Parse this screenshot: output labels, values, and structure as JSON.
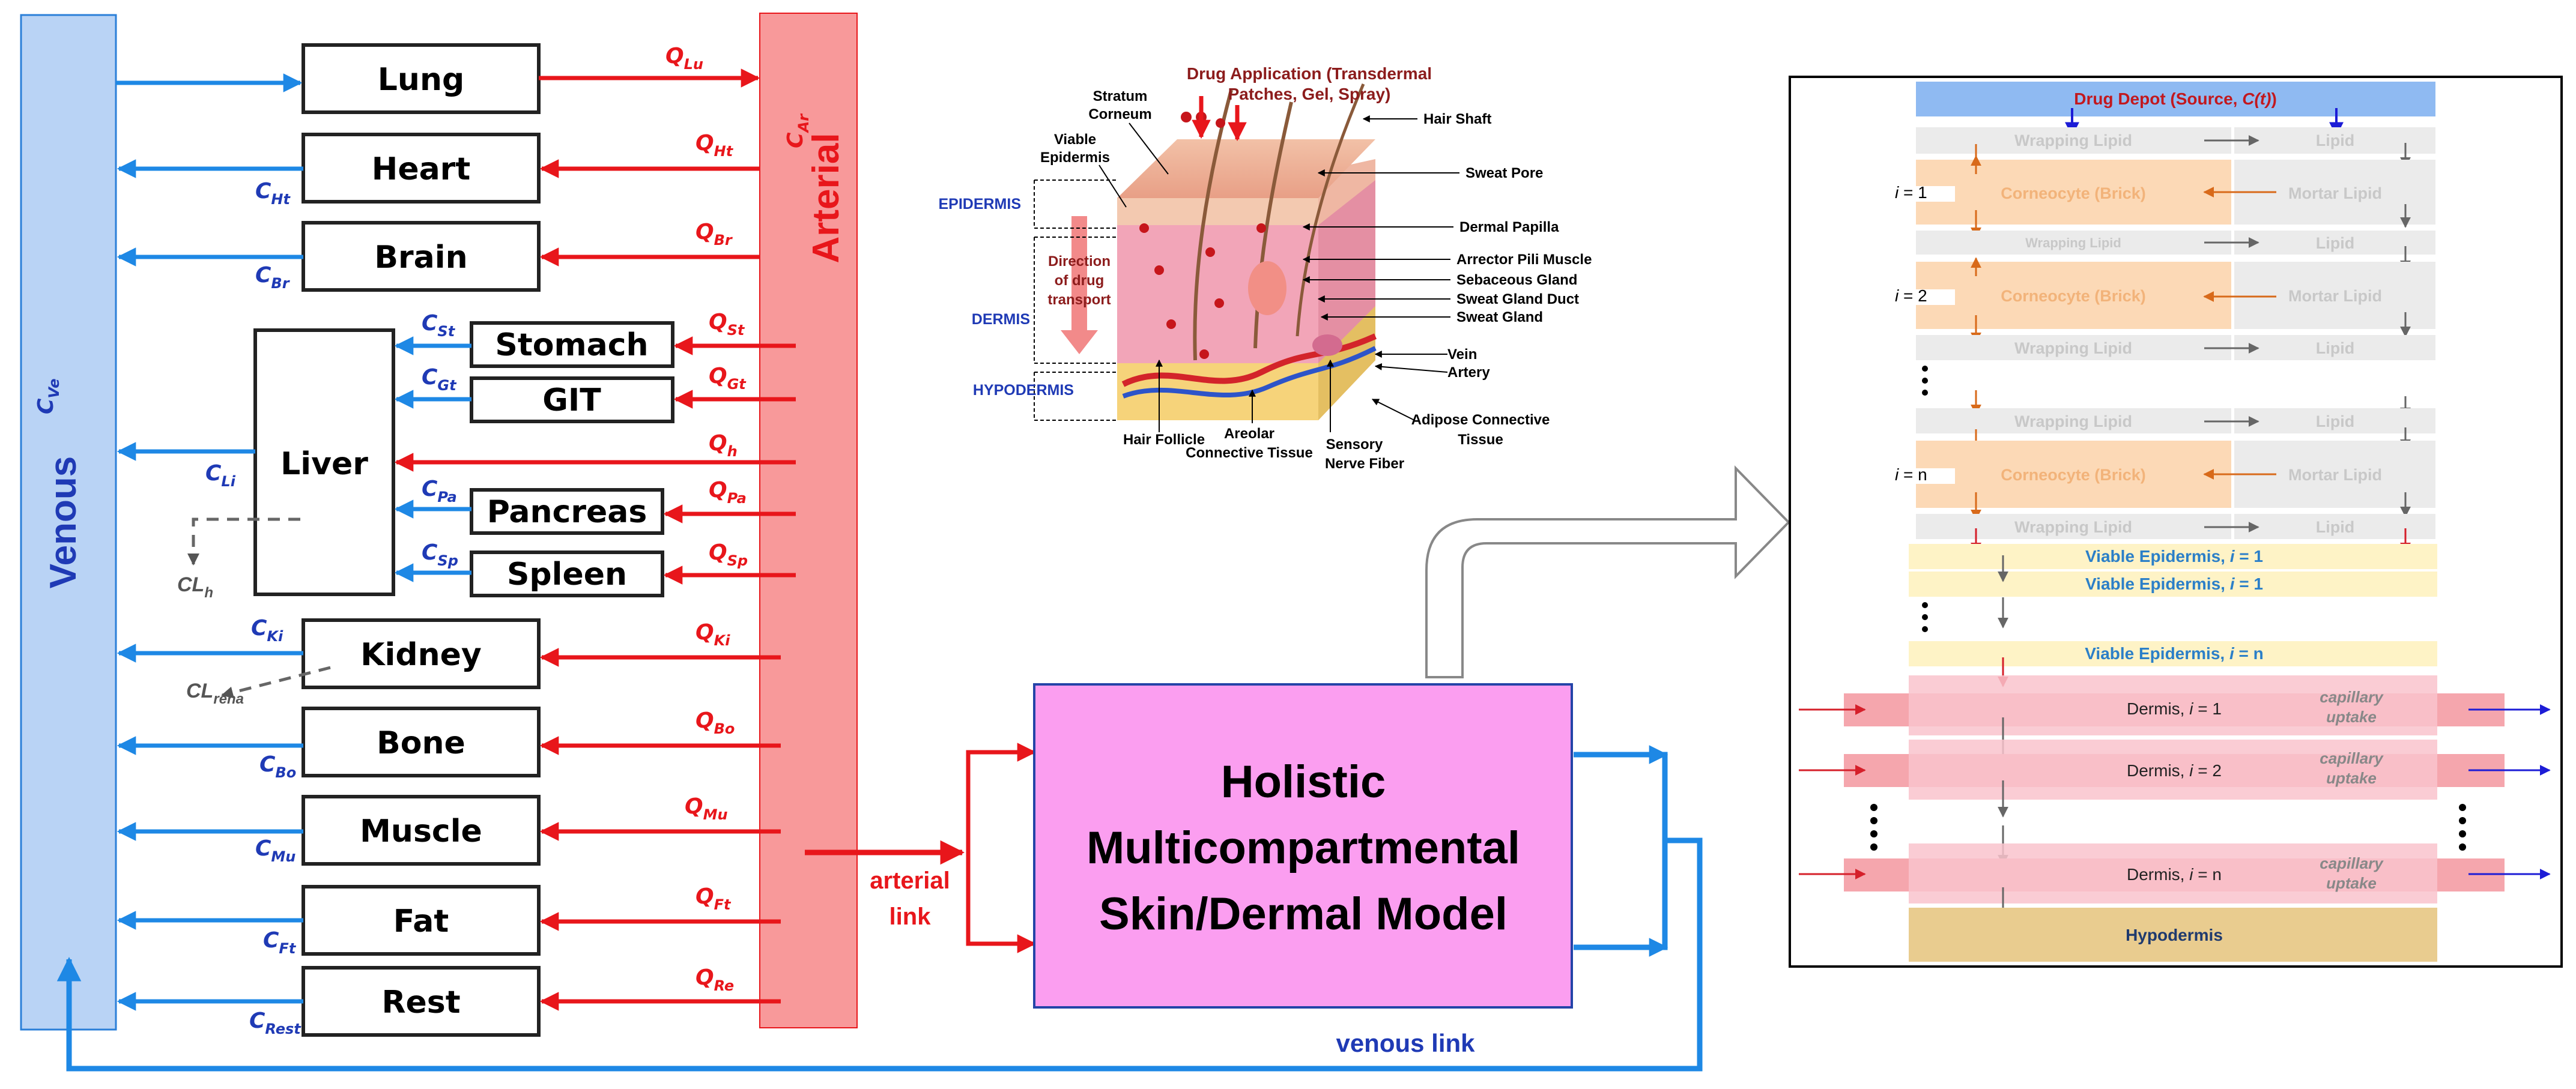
{
  "pbpk": {
    "venous_label": "Venous",
    "arterial_label": "Arterial",
    "c_ve": "C",
    "c_ve_sub": "Ve",
    "c_ar": "C",
    "c_ar_sub": "Ar",
    "organs": {
      "lung": "Lung",
      "heart": "Heart",
      "brain": "Brain",
      "stomach": "Stomach",
      "git": "GIT",
      "liver": "Liver",
      "pancreas": "Pancreas",
      "spleen": "Spleen",
      "kidney": "Kidney",
      "bone": "Bone",
      "muscle": "Muscle",
      "fat": "Fat",
      "rest": "Rest"
    },
    "flows": {
      "lu": "Lu",
      "ht": "Ht",
      "br": "Br",
      "st": "St",
      "gt": "Gt",
      "h": "h",
      "pa": "Pa",
      "sp": "Sp",
      "ki": "Ki",
      "bo": "Bo",
      "mu": "Mu",
      "ft": "Ft",
      "re": "Re"
    },
    "q": "Q",
    "c": "C",
    "concs": {
      "ht": "Ht",
      "br": "Br",
      "st": "St",
      "gt": "Gt",
      "li": "Li",
      "pa": "Pa",
      "sp": "Sp",
      "ki": "Ki",
      "bo": "Bo",
      "mu": "Mu",
      "ft": "Ft",
      "rest": "Rest"
    },
    "cl": "CL",
    "cl_h_sub": "h",
    "cl_renal_sub": "rena",
    "arterial_link_1": "arterial",
    "arterial_link_2": "link",
    "venous_link": "venous link"
  },
  "skin_model": {
    "line1": "Holistic",
    "line2": "Multicompartmental",
    "line3": "Skin/Dermal Model"
  },
  "skin_illustration": {
    "drug_app_1": "Drug Application (Transdermal",
    "drug_app_2": "Patches, Gel, Spray)",
    "stratum_1": "Stratum",
    "stratum_2": "Corneum",
    "viable_1": "Viable",
    "viable_2": "Epidermis",
    "epidermis": "EPIDERMIS",
    "dermis": "DERMIS",
    "hypodermis": "HYPODERMIS",
    "direction_1": "Direction",
    "direction_2": "of drug",
    "direction_3": "transport",
    "hair_shaft": "Hair Shaft",
    "sweat_pore": "Sweat Pore",
    "dermal_papilla": "Dermal Papilla",
    "arrector": "Arrector Pili Muscle",
    "sebaceous": "Sebaceous Gland",
    "sweat_duct": "Sweat Gland Duct",
    "sweat_gland": "Sweat Gland",
    "vein": "Vein",
    "artery": "Artery",
    "hair_follicle": "Hair Follicle",
    "areolar_1": "Areolar",
    "areolar_2": "Connective Tissue",
    "sensory_1": "Sensory",
    "sensory_2": "Nerve Fiber",
    "adipose_1": "Adipose Connective",
    "adipose_2": "Tissue"
  },
  "layers": {
    "depot_main": "Drug Depot (Source, ",
    "depot_ct": "C(t)",
    "depot_close": ")",
    "wrapping_lipid": "Wrapping Lipid",
    "lipid": "Lipid",
    "corneocyte": "Corneocyte (Brick)",
    "mortar": "Mortar Lipid",
    "i": "i",
    "eq1": " = 1",
    "eq2": " = 2",
    "eqn": " = n",
    "viable_main": "Viable Epidermis, ",
    "dermis_main": "Dermis, ",
    "capillary_1": "capillary",
    "capillary_2": "uptake",
    "hypodermis": "Hypodermis"
  },
  "colors": {
    "venous_fill": "#b9d3f5",
    "arterial_fill": "#f8999a",
    "red": "#e8161b",
    "blue": "#1e88e5",
    "label_blue": "#1f3ab5",
    "model_fill": "#fb9ef0",
    "depot": "#8fbaf2",
    "lipid": "#ebebeb",
    "brick": "#fcd9b6",
    "viable": "#fef3c6",
    "dermis_band": "#f5a6ad",
    "dermis_box": "#f9c3cd",
    "hypodermis": "#e9cc8f"
  }
}
